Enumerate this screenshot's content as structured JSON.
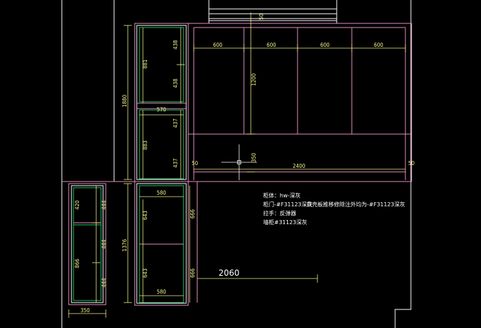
{
  "colors": {
    "background": "#000000",
    "wall": "#ffffff",
    "cabinet": "#e58fc0",
    "shelf": "#22c55e",
    "dimension": "#f2f28a",
    "text": "#ffffff"
  },
  "labels": {
    "top_50": "50",
    "top_600_a": "600",
    "top_600_b": "600",
    "top_600_c": "600",
    "top_600_d": "600",
    "height_1200": "1200",
    "height_350": "350",
    "width_2400": "2400",
    "side_50_left": "50",
    "side_50_right": "50",
    "upper_438_top": "438",
    "upper_438_bottom": "438",
    "upper_881": "881",
    "height_1880": "1880",
    "width_570": "570",
    "mid_437_top": "437",
    "mid_437_bottom": "437",
    "mid_883": "883",
    "width_580_top": "580",
    "lower_643_top": "643",
    "lower_666_top": "666",
    "height_1376": "1376",
    "lower_643_bottom": "643",
    "lower_666_bottom": "666",
    "width_580_bottom": "580",
    "floor_2060": "2060",
    "left_420": "420",
    "left_444_a": "444",
    "left_444_b": "444",
    "left_444_c": "444",
    "left_866": "866",
    "left_350": "350"
  },
  "notes": {
    "line1": "柜体：hw-深灰",
    "line2": "柜门-#F31123深灰",
    "line3": "贝壳板推移修除注外均为-#F31123深灰",
    "line4": "拉手：反弹器",
    "line5": "墙柜#31123深灰"
  }
}
